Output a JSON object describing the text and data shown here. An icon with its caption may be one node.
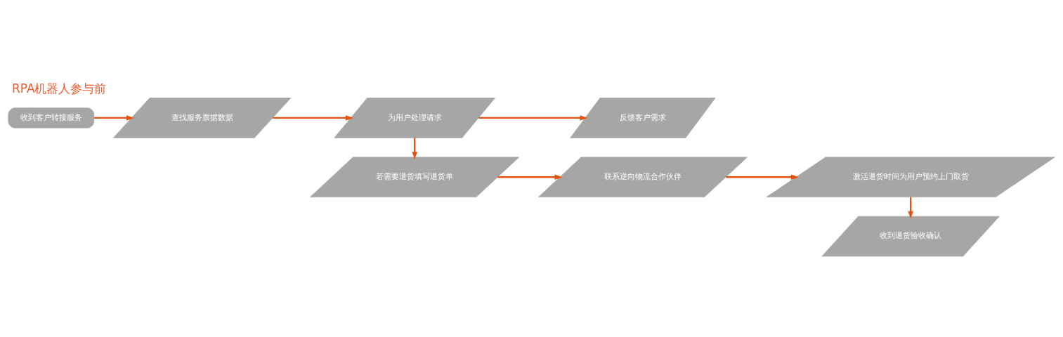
{
  "diagram": {
    "title": "RPA机器人参与前",
    "nodes": [
      {
        "text": [
          "收到客户转接服务"
        ]
      },
      {
        "text": [
          "查找服务票据数据"
        ]
      },
      {
        "text": [
          "为用户处理请求"
        ]
      },
      {
        "text": [
          "反馈客户需求"
        ]
      },
      {
        "text": [
          "若需要退货填写退货单"
        ]
      },
      {
        "text": [
          "联系逆向物流合作伙伴"
        ]
      },
      {
        "text": [
          "激活退货时间为用户预约上门取货"
        ]
      },
      {
        "text": [
          "收到退货验收确认"
        ]
      }
    ],
    "edges": [
      {
        "from": 0,
        "to": 1,
        "arrow": "to"
      },
      {
        "from": 1,
        "to": 2,
        "arrow": "to"
      },
      {
        "from": 2,
        "to": 3,
        "arrow": "to"
      },
      {
        "from": 2,
        "to": 4,
        "arrow": "to"
      },
      {
        "from": 4,
        "to": 5,
        "arrow": "to"
      },
      {
        "from": 5,
        "to": 6,
        "arrow": "to"
      },
      {
        "from": 6,
        "to": 7,
        "arrow": "to"
      }
    ]
  }
}
